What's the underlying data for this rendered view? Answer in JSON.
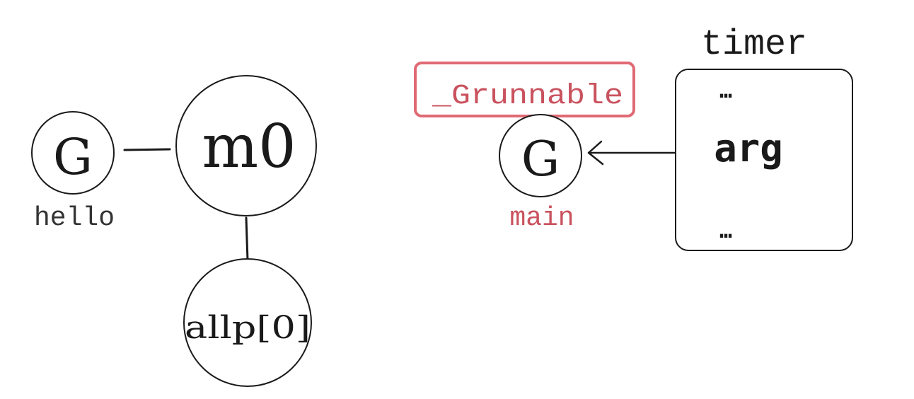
{
  "diagram": {
    "left_group": {
      "g_node": {
        "label": "G",
        "caption": "hello"
      },
      "m_node": {
        "label": "m0"
      },
      "p_node": {
        "label": "allp[0]"
      }
    },
    "right_group": {
      "queue_label": "_Grunnable",
      "g_node": {
        "label": "G",
        "caption": "main"
      },
      "timer": {
        "title": "timer",
        "fields": [
          "…",
          "arg",
          "…"
        ]
      }
    },
    "colors": {
      "stroke": "#1a1a1a",
      "highlight": "#e06a74",
      "highlight_text": "#c9525e",
      "caption": "#333333"
    }
  }
}
